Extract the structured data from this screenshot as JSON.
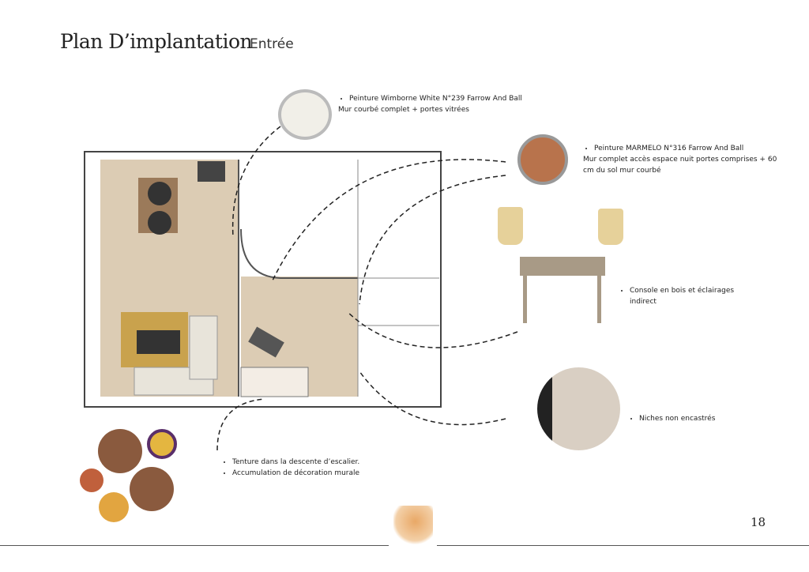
{
  "header": {
    "title": "Plan D’implantation",
    "subtitle": "Entrée"
  },
  "notes": {
    "paint_white": {
      "bullet": "Peinture Wimborne White N°239 Farrow And Ball",
      "detail": "Mur courbé complet + portes vitrées",
      "color": "#f1efe8"
    },
    "paint_marmelo": {
      "bullet": "Peinture MARMELO N°316 Farrow And Ball",
      "detail": "Mur complet accès espace nuit portes comprises + 60 cm du sol mur courbé",
      "color": "#b8734c"
    },
    "console": {
      "bullet": "Console en bois et éclairages indirect"
    },
    "niches": {
      "bullet": "Niches non encastrés"
    },
    "wall_decor": {
      "bullets": [
        "Tenture dans la descente d’escalier.",
        "Accumulation de décoration murale"
      ]
    }
  },
  "footer": {
    "page_number": "18"
  }
}
